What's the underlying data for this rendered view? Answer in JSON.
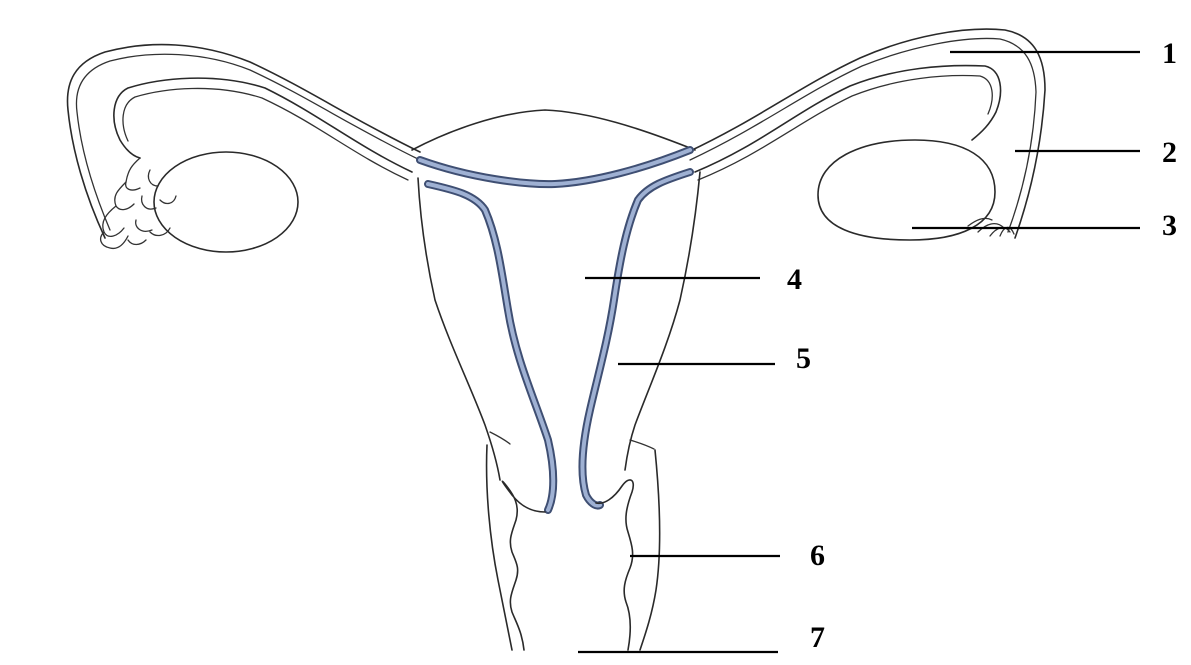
{
  "diagram": {
    "labels": [
      "1",
      "2",
      "3",
      "4",
      "5",
      "6",
      "7"
    ],
    "colors": {
      "outline": "#2a2a2a",
      "endometrium_outer": "#3f4f73",
      "endometrium_fill": "#9fb1d3",
      "leader": "#000000",
      "background": "#ffffff"
    }
  }
}
